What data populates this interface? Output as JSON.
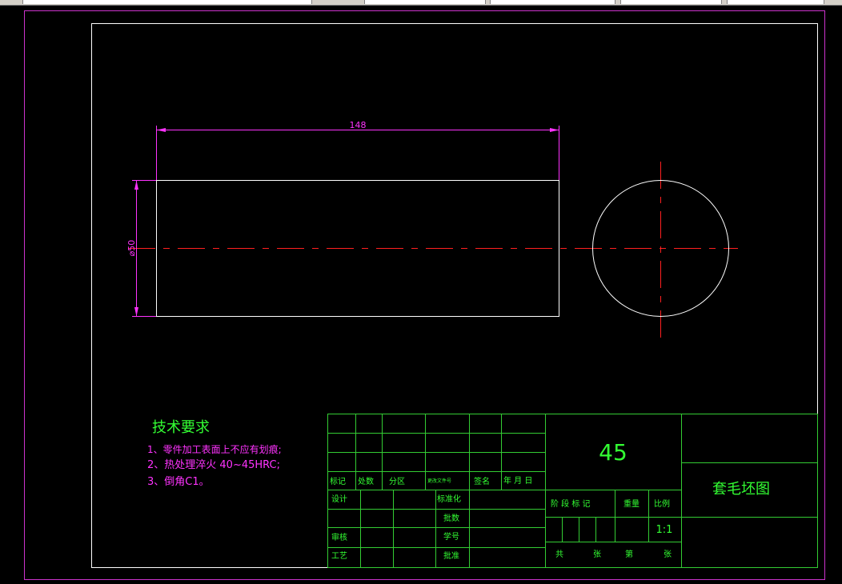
{
  "colors": {
    "background": "#000000",
    "sheet_border": "#cc33cc",
    "frame": "#ffffff",
    "part_outline": "#ffffff",
    "centerline": "#ff2020",
    "dimension": "#ff33ff",
    "title_block_lines": "#33cc33",
    "title_block_text": "#33ff33",
    "notes": "#ff33ff",
    "notes_title": "#33ff33"
  },
  "dimensions": {
    "length": "148",
    "diameter": "⌀50"
  },
  "technical_requirements": {
    "title": "技术要求",
    "items": [
      "1、零件加工表面上不应有划痕;",
      "2、热处理淬火 40~45HRC;",
      "3、倒角C1。"
    ]
  },
  "title_block": {
    "material": "45",
    "drawing_name": "套毛坯图",
    "revision_header": [
      "标记",
      "处数",
      "分区",
      "更改文件号",
      "签名",
      "年 月 日"
    ],
    "row_labels": [
      "设计",
      "审核",
      "工艺"
    ],
    "middle_labels": [
      "标准化",
      "批数",
      "学号",
      "批准"
    ],
    "stage_label": "阶 段 标 记",
    "weight_label": "重量",
    "scale_label": "比例",
    "scale_value": "1:1",
    "sheet_info": [
      "共",
      "张",
      "第",
      "张"
    ]
  }
}
